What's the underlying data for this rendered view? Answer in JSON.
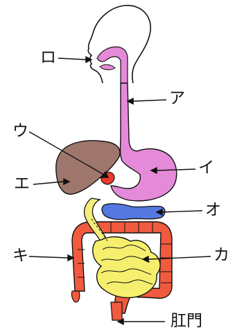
{
  "labels": {
    "mouth": "ロ",
    "a": "ア",
    "i": "イ",
    "u": "ウ",
    "e": "エ",
    "o": "オ",
    "ka": "カ",
    "ki": "キ",
    "anus": "肛門"
  },
  "colors": {
    "outline": "#111111",
    "esophagus_stomach": "#e48ad8",
    "liver": "#9e766c",
    "gallbladder": "#ee3a2e",
    "duodenum": "#f3ee7a",
    "pancreas": "#5577e0",
    "small_intestine": "#f6ef6e",
    "large_intestine": "#f05a3e"
  }
}
